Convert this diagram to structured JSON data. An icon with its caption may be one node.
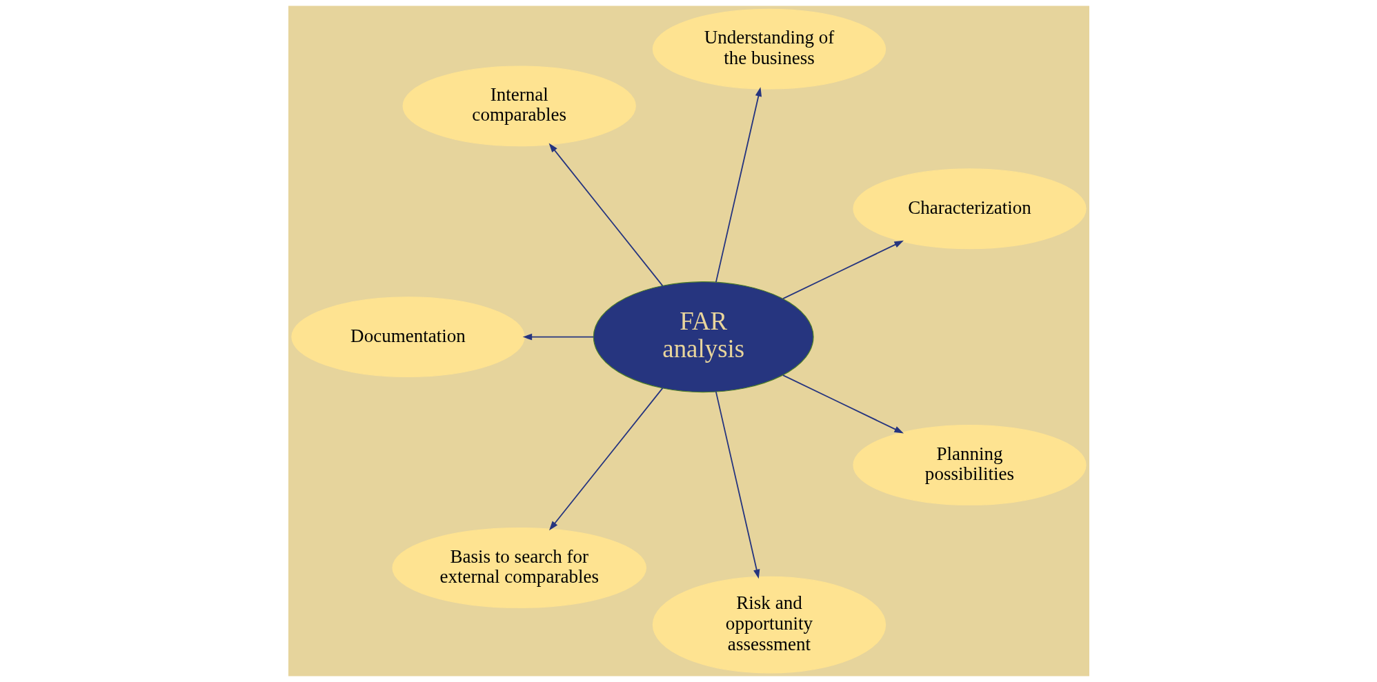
{
  "diagram": {
    "nodes": [
      {
        "text": [
          "Characterization"
        ]
      },
      {
        "text": [
          "Understanding of the business"
        ]
      },
      {
        "text": [
          "Internal comparables"
        ]
      },
      {
        "text": [
          "FAR analysis"
        ]
      },
      {
        "text": [
          "Documentation"
        ]
      },
      {
        "text": [
          "Basis to search for external comparables"
        ]
      },
      {
        "text": [
          "Risk and opportunity assessment"
        ]
      },
      {
        "text": [
          "Planning possibilities"
        ]
      }
    ],
    "edges": [
      {
        "from": 3,
        "to": 0,
        "arrow": "to"
      },
      {
        "from": 3,
        "to": 1,
        "arrow": "to"
      },
      {
        "from": 3,
        "to": 2,
        "arrow": "to"
      },
      {
        "from": 3,
        "to": 4,
        "arrow": "to"
      },
      {
        "from": 3,
        "to": 5,
        "arrow": "to"
      },
      {
        "from": 3,
        "to": 6,
        "arrow": "to"
      },
      {
        "from": 3,
        "to": 7,
        "arrow": "to"
      }
    ]
  }
}
